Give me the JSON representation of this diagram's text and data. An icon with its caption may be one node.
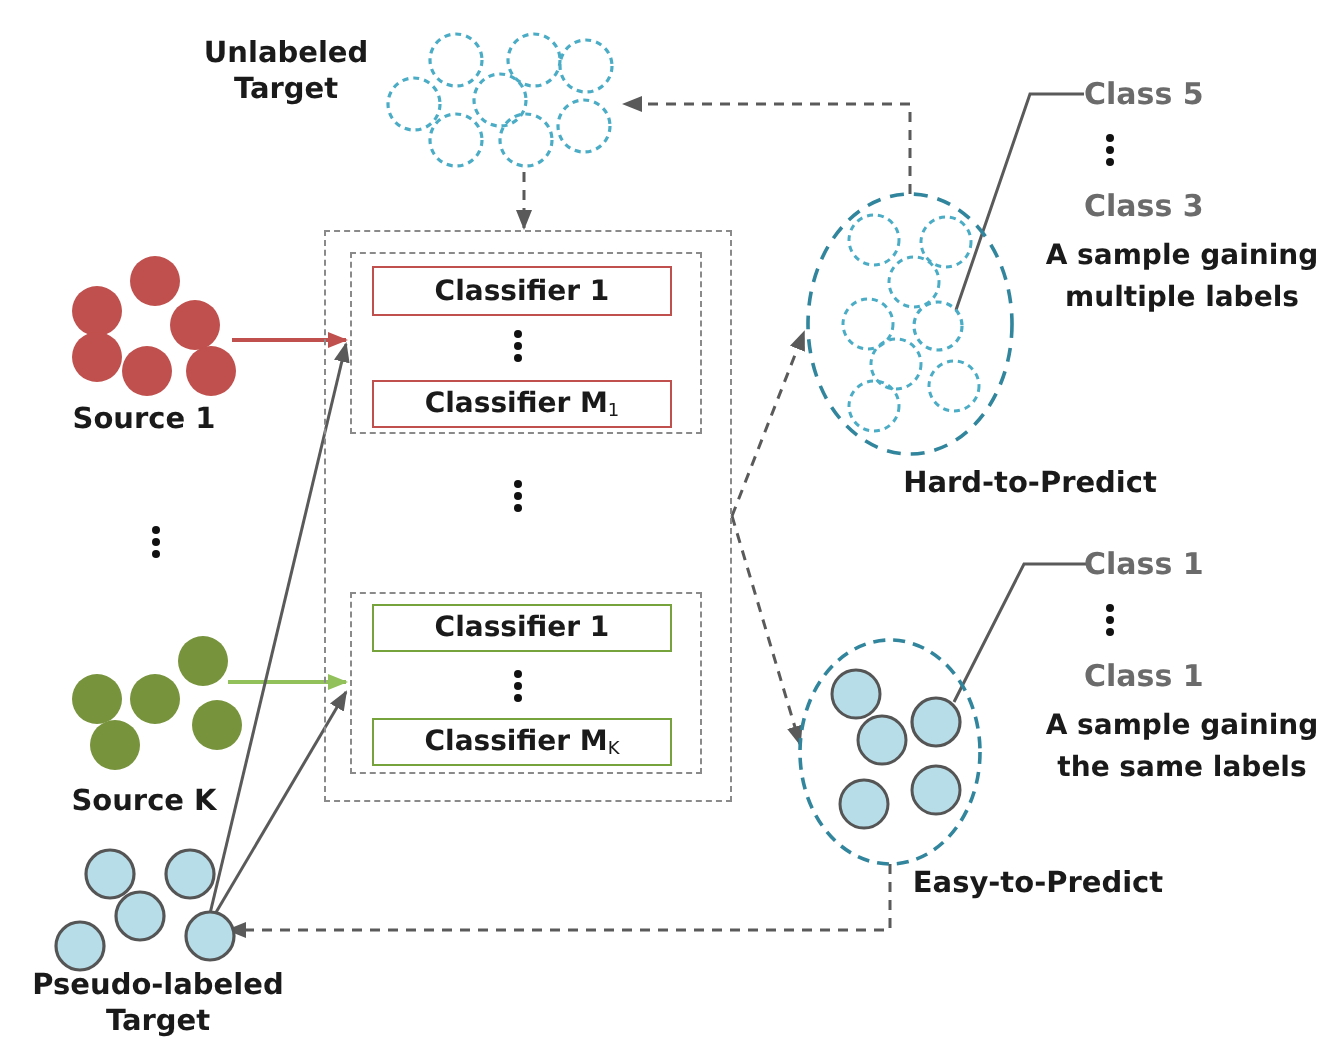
{
  "diagram": {
    "nodes": [
      {
        "text": [
          "Unlabeled Target"
        ]
      },
      {
        "text": [],
        "shape": "box"
      },
      {
        "text": [],
        "shape": "box",
        "in": 1
      },
      {
        "text": [
          "Classifier 1"
        ],
        "in": 2
      },
      {
        "text": [
          "Classifier M$_{1}$"
        ],
        "in": 2
      },
      {
        "text": [],
        "shape": "box",
        "in": 1
      },
      {
        "text": [
          "Classifier 1"
        ],
        "in": 5
      },
      {
        "text": [
          "Classifier M$_{K}$"
        ],
        "in": 5
      },
      {
        "text": [
          "Source 1"
        ]
      },
      {
        "text": [
          "Source K"
        ]
      },
      {
        "text": [
          "Pseudo-labeled Target"
        ]
      },
      {
        "text": [
          "Hard-to-Predict"
        ]
      },
      {
        "text": [],
        "shape": "circle",
        "in": 11
      },
      {
        "text": [
          "Class 5",
          "Class 3",
          "A sample gaining multiple labels"
        ]
      },
      {
        "text": [
          "Easy-to-Predict"
        ]
      },
      {
        "text": [],
        "shape": "circle",
        "in": 14
      },
      {
        "text": [
          "Class 1",
          "Class 1",
          "A sample gaining the same labels"
        ]
      }
    ],
    "edges": [
      {
        "from": 0,
        "to": 1,
        "arrow": "to",
        "style": "dashed"
      },
      {
        "from": 8,
        "to": 2,
        "arrow": "to",
        "color": "#c0504d"
      },
      {
        "from": 9,
        "to": 5,
        "arrow": "to",
        "color": "#92c05a"
      },
      {
        "from": 10,
        "to": 2,
        "arrow": "to"
      },
      {
        "from": 10,
        "to": 5,
        "arrow": "to"
      },
      {
        "from": 1,
        "to": 11,
        "arrow": "to",
        "style": "dashed"
      },
      {
        "from": 1,
        "to": 14,
        "arrow": "to",
        "style": "dashed"
      },
      {
        "from": 11,
        "to": 0,
        "arrow": "to",
        "style": "dashed"
      },
      {
        "from": 14,
        "to": 10,
        "arrow": "to",
        "style": "dashed"
      },
      {
        "from": 13,
        "to": 12,
        "arrow": "none"
      },
      {
        "from": 16,
        "to": 15,
        "arrow": "none"
      }
    ]
  }
}
